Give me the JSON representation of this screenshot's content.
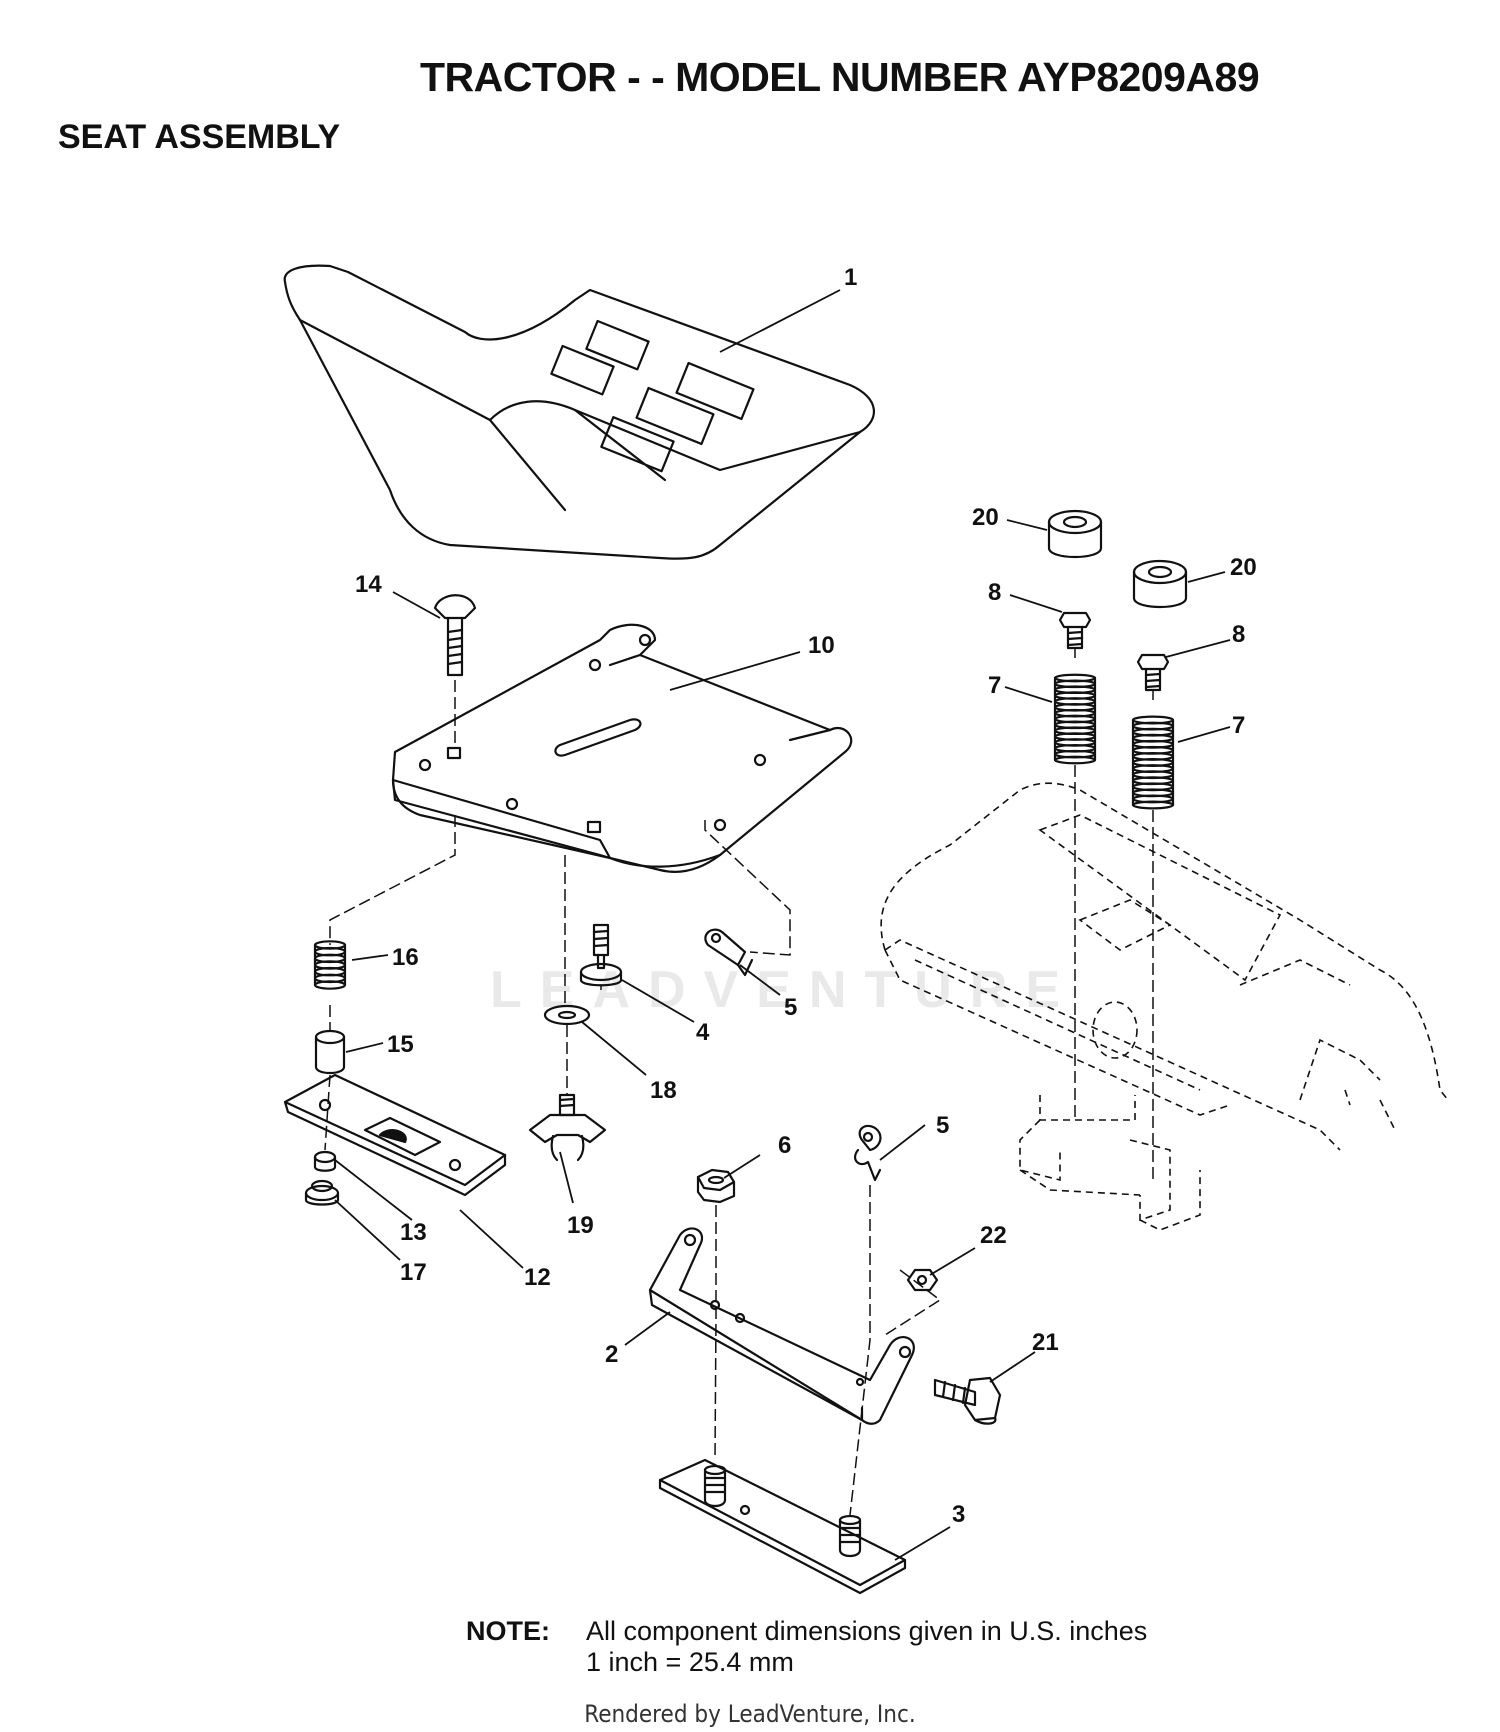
{
  "header": {
    "title": "TRACTOR - - MODEL NUMBER AYP8209A89",
    "section": "SEAT ASSEMBLY"
  },
  "callouts": [
    "1",
    "20",
    "20",
    "8",
    "8",
    "7",
    "7",
    "14",
    "10",
    "16",
    "15",
    "4",
    "5",
    "18",
    "6",
    "5",
    "13",
    "17",
    "12",
    "19",
    "22",
    "2",
    "21",
    "3"
  ],
  "note": {
    "label": "NOTE:",
    "line1": "All component dimensions given in U.S. inches",
    "line2": "1 inch = 25.4 mm"
  },
  "watermark": "LEADVENTURE",
  "footer": "Rendered by LeadVenture, Inc."
}
